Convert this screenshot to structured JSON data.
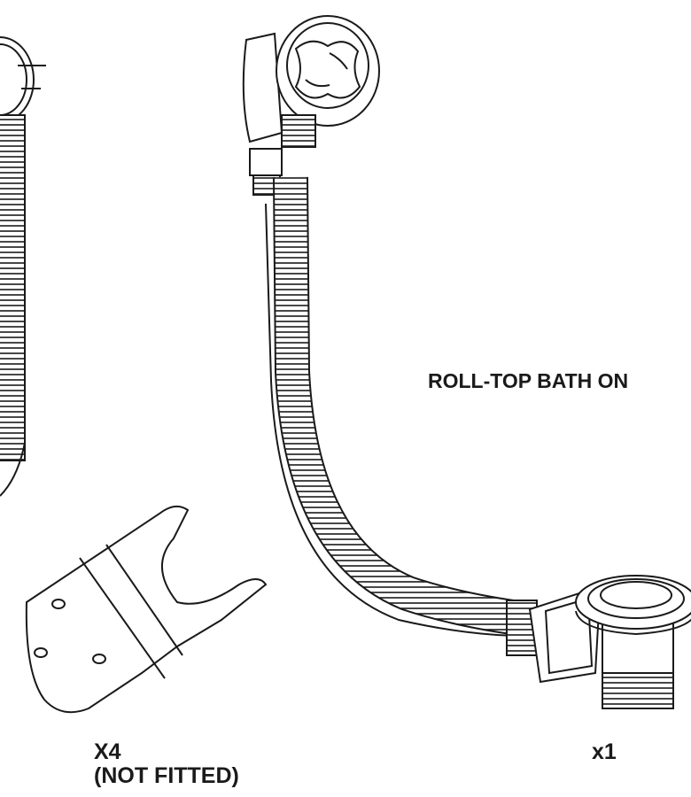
{
  "labels": {
    "heading": "ROLL-TOP BATH ON",
    "clip_quantity": "X4",
    "clip_note": "(NOT FITTED)",
    "waste_quantity": "x1"
  },
  "colors": {
    "line": "#1a1a1a",
    "background": "#ffffff"
  },
  "icons": [
    "overflow-knob-icon",
    "waste-plug-icon",
    "flexible-hose-icon",
    "mounting-clip-icon"
  ]
}
